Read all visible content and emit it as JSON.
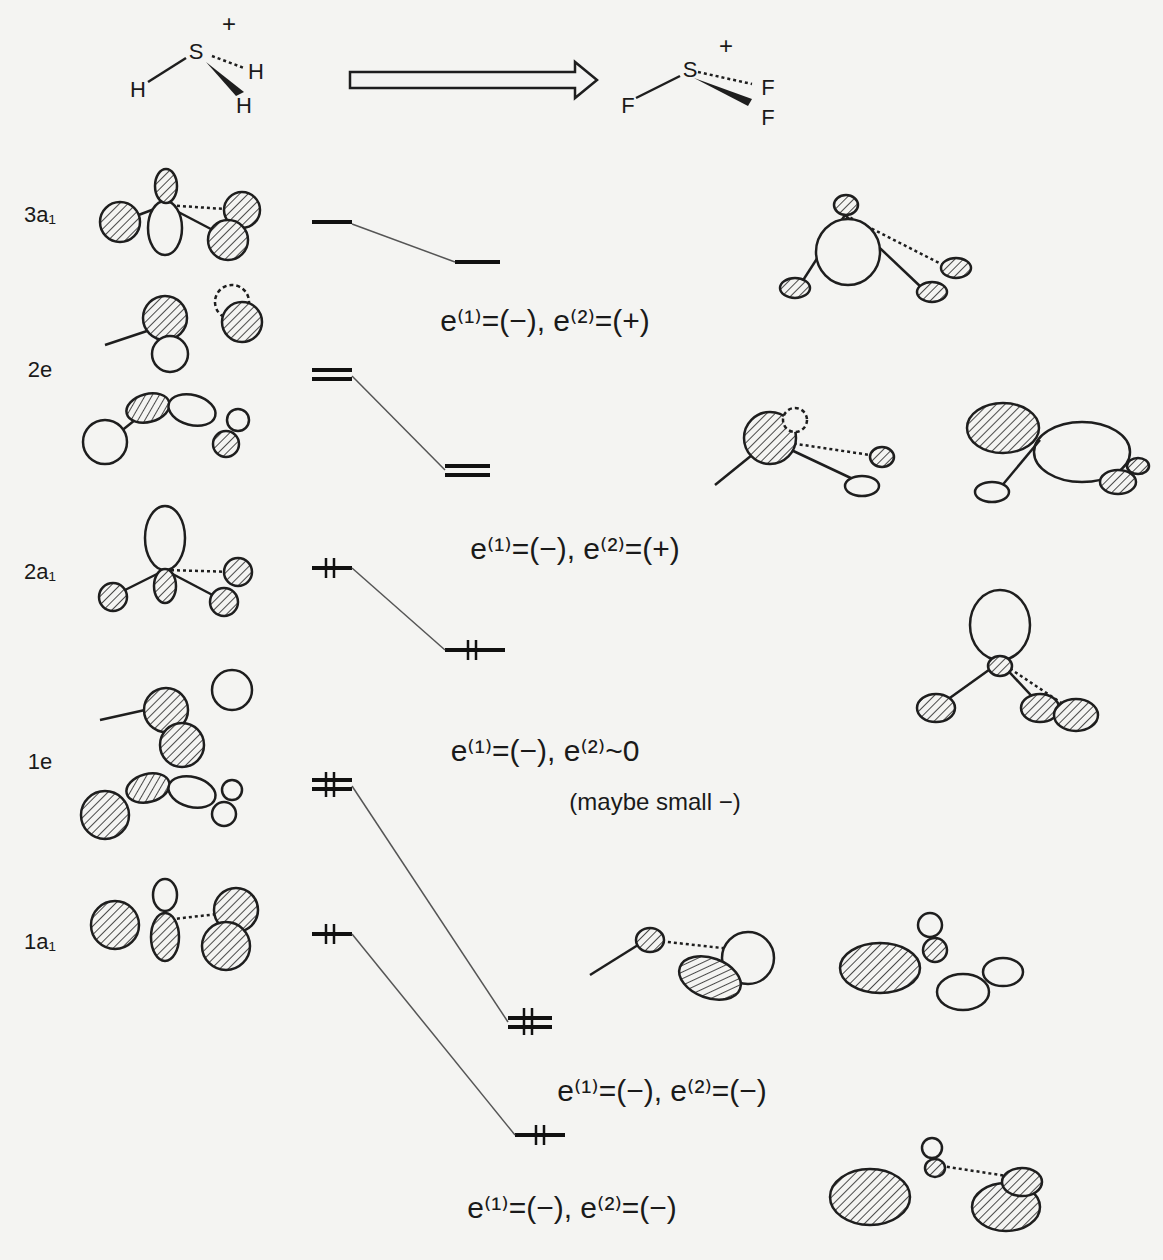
{
  "diagram": {
    "labels": [
      "+",
      "H",
      "S",
      "H",
      "H",
      "S",
      "+",
      "F",
      "F",
      "F",
      "3a₁",
      "2e",
      "2a₁",
      "1e",
      "1a₁",
      "e⁽¹⁾=(−), e⁽²⁾=(+)",
      "e⁽¹⁾=(−), e⁽²⁾=(+)",
      "e⁽¹⁾=(−), e⁽²⁾~0",
      "(maybe small −)",
      "e⁽¹⁾=(−), e⁽²⁾=(−)",
      "e⁽¹⁾=(−), e⁽²⁾=(−)"
    ]
  }
}
